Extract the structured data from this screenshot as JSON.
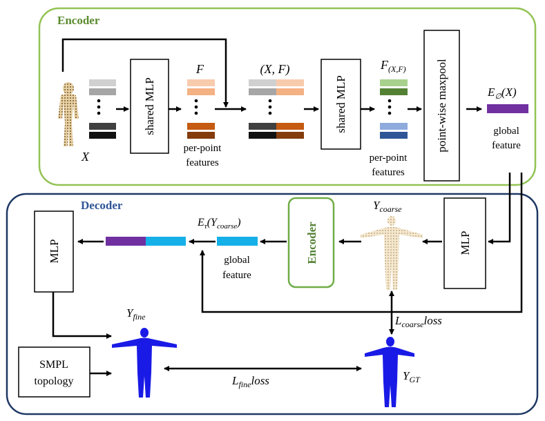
{
  "encoder": {
    "title": "Encoder",
    "input_label": "X",
    "shared_mlp_1": "shared MLP",
    "features_label": "F",
    "per_point_features_1": [
      "per-point",
      "features"
    ],
    "concat_label": "(X, F)",
    "shared_mlp_2": "shared MLP",
    "features2_label_main": "F",
    "features2_label_sub": "(X,F)",
    "per_point_features_2": [
      "per-point",
      "features"
    ],
    "maxpool": "point-wise maxpool",
    "global_feature_label_main": "E",
    "global_feature_label_sub": "∅",
    "global_feature_label_arg": "(X)",
    "global_feature_text": [
      "global",
      "feature"
    ]
  },
  "decoder": {
    "title": "Decoder",
    "mlp_left": "MLP",
    "mlp_right": "MLP",
    "encoder_box": "Encoder",
    "coarse_label_main": "Y",
    "coarse_label_sub": "coarse",
    "tau_label_main": "E",
    "tau_label_sub": "τ",
    "tau_label_arg_main": "(Y",
    "tau_label_arg_sub": "coarse",
    "tau_label_close": ")",
    "global_feature_text": [
      "global",
      "feature"
    ],
    "fine_label_main": "Y",
    "fine_label_sub": "fine",
    "coarse_loss_main": "L",
    "coarse_loss_sub": "coarse",
    "coarse_loss_word": "loss",
    "smpl": [
      "SMPL",
      "topology"
    ],
    "fine_loss_main": "L",
    "fine_loss_sub": "fine",
    "fine_loss_word": "loss",
    "gt_label_main": "Y",
    "gt_label_sub": "GT"
  },
  "colors": {
    "encoder_border": "#92c353",
    "encoder_title": "#5a8a2e",
    "decoder_border": "#1f3864",
    "decoder_title": "#2e5597",
    "purple": "#7030a0",
    "cyan": "#16b0e8",
    "peach_light": "#f8cbad",
    "peach": "#f4b183",
    "rust": "#c55a11",
    "rust_dark": "#843c0c",
    "gray_light": "#d0d0d0",
    "gray": "#a6a6a6",
    "dark": "#262626",
    "black": "#000000",
    "green_light": "#a9d18e",
    "green": "#548235",
    "blue_light": "#8faadc",
    "blue": "#2f5597",
    "human_tan": "#c8a46a",
    "human_blue": "#1a1ae6"
  }
}
